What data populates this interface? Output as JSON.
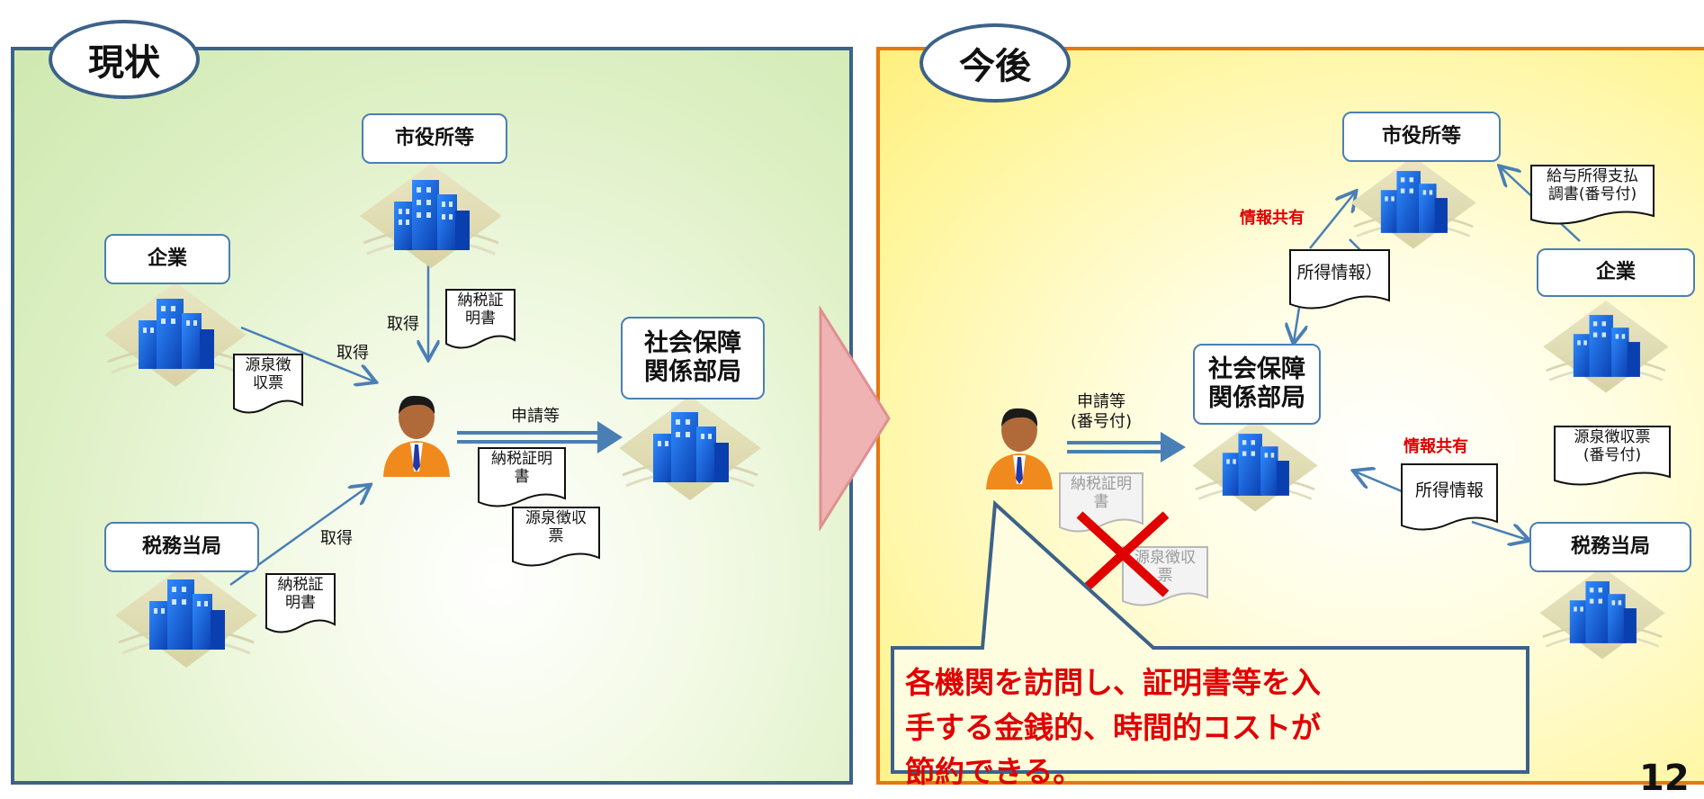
{
  "left": {
    "title": "現状",
    "nodes": {
      "city_office": "市役所等",
      "company": "企業",
      "tax_authority": "税務当局",
      "social_security": "社会保障\n関係部局"
    },
    "documents": {
      "tax_cert_from_city": "納税証\n明書",
      "withholding_from_company": "源泉徴\n収票",
      "tax_cert_from_tax": "納税証\n明書",
      "tax_cert_submitted": "納税証明\n書",
      "withholding_submitted": "源泉徴収\n票"
    },
    "captions": {
      "obtain_city": "取得",
      "obtain_company": "取得",
      "obtain_tax": "取得",
      "application": "申請等"
    }
  },
  "right": {
    "title": "今後",
    "nodes": {
      "city_office": "市役所等",
      "company": "企業",
      "tax_authority": "税務当局",
      "social_security": "社会保障\n関係部局"
    },
    "documents": {
      "salary_statement": "給与所得支払\n調書(番号付)",
      "withholding_numbered": "源泉徴収票\n(番号付)",
      "income_info_top": "所得情報）",
      "income_info_bottom": "所得情報",
      "tax_cert_faded": "納税証明\n書",
      "withholding_faded": "源泉徴収\n票"
    },
    "captions": {
      "info_share_top": "情報共有",
      "info_share_bottom": "情報共有",
      "application": "申請等\n(番号付)"
    },
    "callout": "各機関を訪問し、証明書等を入手する金銭的、時間的コストが節約できる。"
  },
  "page_number": "12",
  "colors": {
    "left_border": "#3c6289",
    "right_border": "#e7770f",
    "arrow": "#4a7fb5",
    "emphasis_red": "#e00000",
    "transition_arrow": "#f0b3b3"
  }
}
